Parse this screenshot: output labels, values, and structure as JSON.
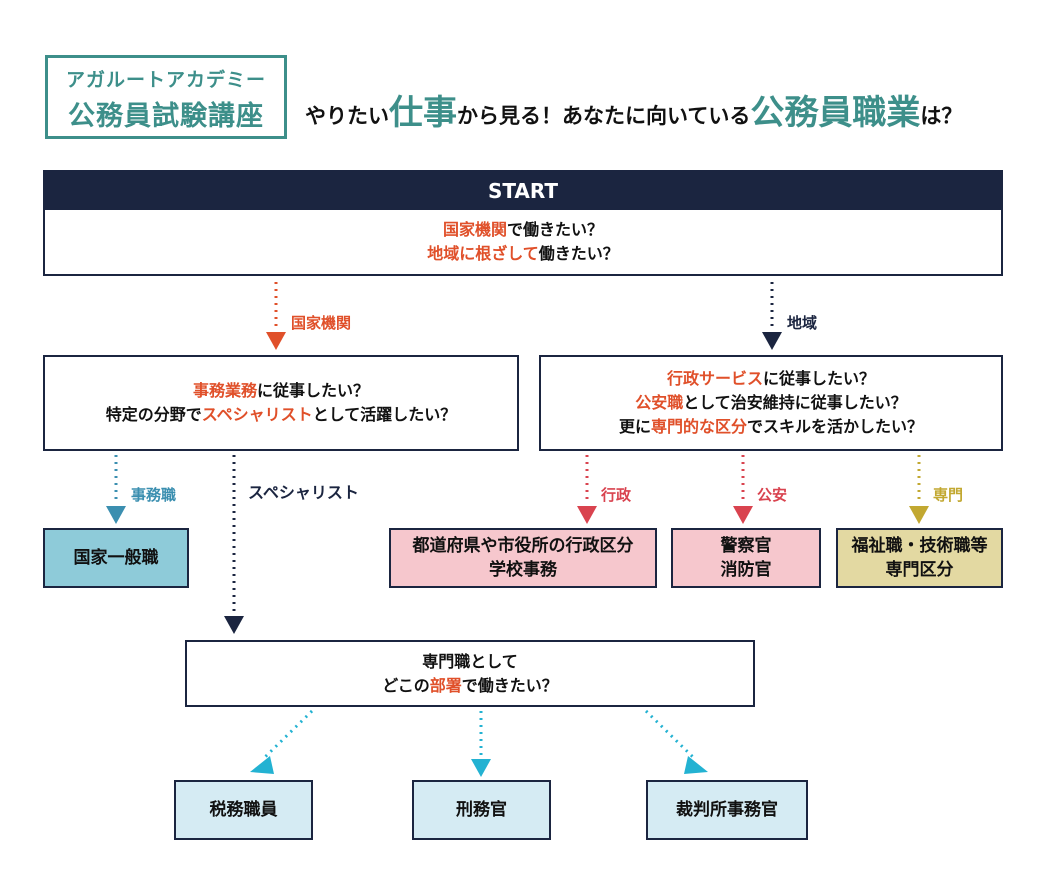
{
  "logo": {
    "line1": "アガルートアカデミー",
    "line2": "公務員試験講座"
  },
  "headline": {
    "p1": "やりたい",
    "p2": "仕事",
    "p3": "から見る！あなたに向いている",
    "p4": "公務員職業",
    "p5": "は？"
  },
  "start": {
    "title": "START",
    "q1a": "国家機関",
    "q1b": "で働きたい？",
    "q2a": "地域に根ざして",
    "q2b": "働きたい？"
  },
  "branches": {
    "national": "国家機関",
    "regional": "地域"
  },
  "national_q": {
    "l1a": "事務業務",
    "l1b": "に従事したい？",
    "l2a": "特定の分野で",
    "l2b": "スペシャリスト",
    "l2c": "として活躍したい？"
  },
  "regional_q": {
    "l1a": "行政サービス",
    "l1b": "に従事したい？",
    "l2a": "公安職",
    "l2b": "として治安維持に従事したい？",
    "l3a": "更に",
    "l3b": "専門的な区分",
    "l3c": "でスキルを活かしたい？"
  },
  "labels": {
    "jimu": "事務職",
    "specialist": "スペシャリスト",
    "gyosei": "行政",
    "koan": "公安",
    "senmon": "専門"
  },
  "results": {
    "kokka": "国家一般職",
    "gyosei_l1": "都道府県や市役所の行政区分",
    "gyosei_l2": "学校事務",
    "koan_l1": "警察官",
    "koan_l2": "消防官",
    "senmon_l1": "福祉職・技術職等",
    "senmon_l2": "専門区分"
  },
  "specialist_q": {
    "l1": "専門職として",
    "l2a": "どこの",
    "l2b": "部署",
    "l2c": "で働きたい？"
  },
  "final": {
    "zeimu": "税務職員",
    "keimu": "刑務官",
    "saibansho": "裁判所事務官"
  },
  "colors": {
    "accent_teal": "#3d8f8a",
    "navy": "#1b2540",
    "orange": "#e0502a",
    "blue_fill": "#8ecbd9",
    "pink_fill": "#f6c7cd",
    "khaki_fill": "#e3d9a2",
    "light_blue_fill": "#d5ebf3",
    "pink_line": "#d9434f",
    "khaki_line": "#c2a831",
    "blue_line": "#3b8fb0",
    "cyan_line": "#23b2d2"
  }
}
